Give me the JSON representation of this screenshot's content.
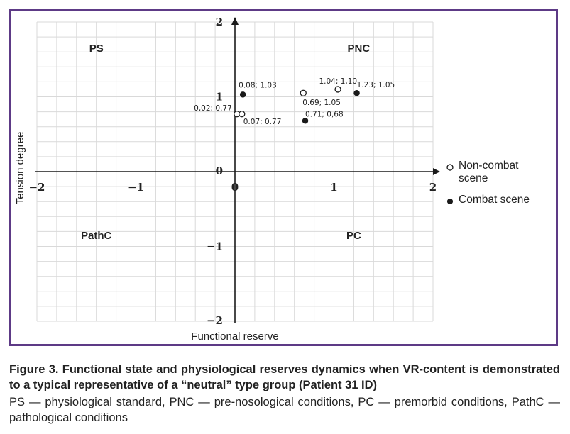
{
  "chart_data": {
    "type": "scatter",
    "xlabel": "Functional reserve",
    "ylabel": "Tension degree",
    "xlim": [
      -2,
      2
    ],
    "ylim": [
      -2,
      2
    ],
    "grid": true,
    "legend_position": "right",
    "x_ticks": [
      {
        "value": -2,
        "label": "−2"
      },
      {
        "value": -1,
        "label": "−1"
      },
      {
        "value": 0,
        "label": "0"
      },
      {
        "value": 1,
        "label": "1"
      },
      {
        "value": 2,
        "label": "2"
      }
    ],
    "y_ticks": [
      {
        "value": 2,
        "label": "2"
      },
      {
        "value": 1,
        "label": "1"
      },
      {
        "value": 0,
        "label": "0"
      },
      {
        "value": -1,
        "label": "−1"
      },
      {
        "value": -2,
        "label": "−2"
      }
    ],
    "quadrant_labels": [
      {
        "text": "PS",
        "x": -1.4,
        "y": 1.6
      },
      {
        "text": "PNC",
        "x": 1.25,
        "y": 1.6
      },
      {
        "text": "PathC",
        "x": -1.4,
        "y": -0.9
      },
      {
        "text": "PC",
        "x": 1.2,
        "y": -0.9
      }
    ],
    "series": [
      {
        "name": "Non-combat scene",
        "marker": "open-circle",
        "points": [
          {
            "x": 0.02,
            "y": 0.77,
            "label": "0,02; 0.77"
          },
          {
            "x": 0.07,
            "y": 0.77,
            "label": "0.07; 0.77"
          },
          {
            "x": 0.69,
            "y": 1.05,
            "label": "0.69; 1.05"
          },
          {
            "x": 1.04,
            "y": 1.1,
            "label": "1.04; 1,10"
          }
        ]
      },
      {
        "name": "Combat scene",
        "marker": "filled-circle",
        "points": [
          {
            "x": 0.08,
            "y": 1.03,
            "label": "0.08; 1.03"
          },
          {
            "x": 0.71,
            "y": 0.68,
            "label": "0.71; 0,68"
          },
          {
            "x": 1.23,
            "y": 1.05,
            "label": "1.23; 1.05"
          }
        ]
      }
    ],
    "legend": [
      {
        "line1": "Non-combat",
        "line2": "scene",
        "marker": "open-circle"
      },
      {
        "line1": "Combat scene",
        "line2": "",
        "marker": "filled-circle"
      }
    ]
  },
  "caption": {
    "title": "Figure 3. Functional state and physiological reserves dynamics when VR-content is demonstrated to a typical representative of a “neutral” type group (Patient 31 ID)",
    "body": "PS — physiological standard, PNC — pre-nosological conditions, PC — premorbid conditions, PathC — pathological conditions"
  },
  "colors": {
    "frame": "#5d3a86",
    "grid": "#d9d9d9",
    "axis": "#1a1a1a",
    "marker": "#1a1a1a",
    "marker_fill_open": "#ffffff"
  }
}
